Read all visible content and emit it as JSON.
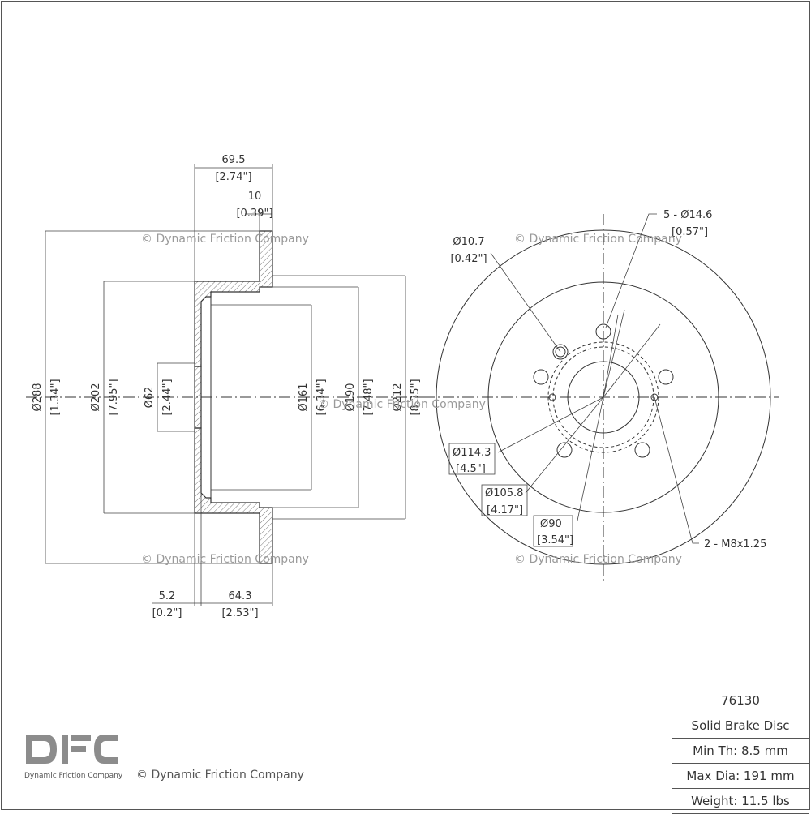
{
  "watermarks": {
    "top_left": "© Dynamic Friction Company",
    "top_right": "© Dynamic Friction Company",
    "center": "© Dynamic Friction Company",
    "bottom_left": "© Dynamic Friction Company",
    "bottom_right": "© Dynamic Friction Company"
  },
  "side_view": {
    "overall_width": {
      "mm": "69.5",
      "in": "[2.74\"]"
    },
    "hat_thickness": {
      "mm": "10",
      "in": "[0.39\"]"
    },
    "outer_diameter": {
      "mm": "Ø288",
      "in": "[1.34\"]"
    },
    "hat_outer_diameter": {
      "mm": "Ø202",
      "in": "[7.95\"]"
    },
    "center_bore": {
      "mm": "Ø62",
      "in": "[2.44\"]"
    },
    "inner_diameter": {
      "mm": "Ø161",
      "in": "[6.34\"]"
    },
    "drum_diameter": {
      "mm": "Ø190",
      "in": "[7.48\"]"
    },
    "hat_face_diameter": {
      "mm": "Ø212",
      "in": "[8.35\"]"
    },
    "flange_thickness": {
      "mm": "5.2",
      "in": "[0.2\"]"
    },
    "hat_depth": {
      "mm": "64.3",
      "in": "[2.53\"]"
    }
  },
  "front_view": {
    "lug_holes": {
      "mm": "5 - Ø14.6",
      "in": "[0.57\"]"
    },
    "aux_hole": {
      "mm": "Ø10.7",
      "in": "[0.42\"]"
    },
    "bolt_circle": {
      "mm": "Ø114.3",
      "in": "[4.5\"]"
    },
    "pilot_circle": {
      "mm": "Ø105.8",
      "in": "[4.17\"]"
    },
    "hub_circle": {
      "mm": "Ø90",
      "in": "[3.54\"]"
    },
    "threaded_holes": {
      "mm": "2 - M8x1.25"
    }
  },
  "info_table": {
    "part_number": "76130",
    "type": "Solid Brake Disc",
    "min_thickness": "Min Th: 8.5 mm",
    "max_diameter": "Max Dia: 191 mm",
    "weight": "Weight: 11.5 lbs"
  },
  "logo": {
    "text": "DFC",
    "caption": "Dynamic Friction Company",
    "color": "#8c8c8c"
  },
  "footer": {
    "copyright": "© Dynamic Friction Company"
  }
}
